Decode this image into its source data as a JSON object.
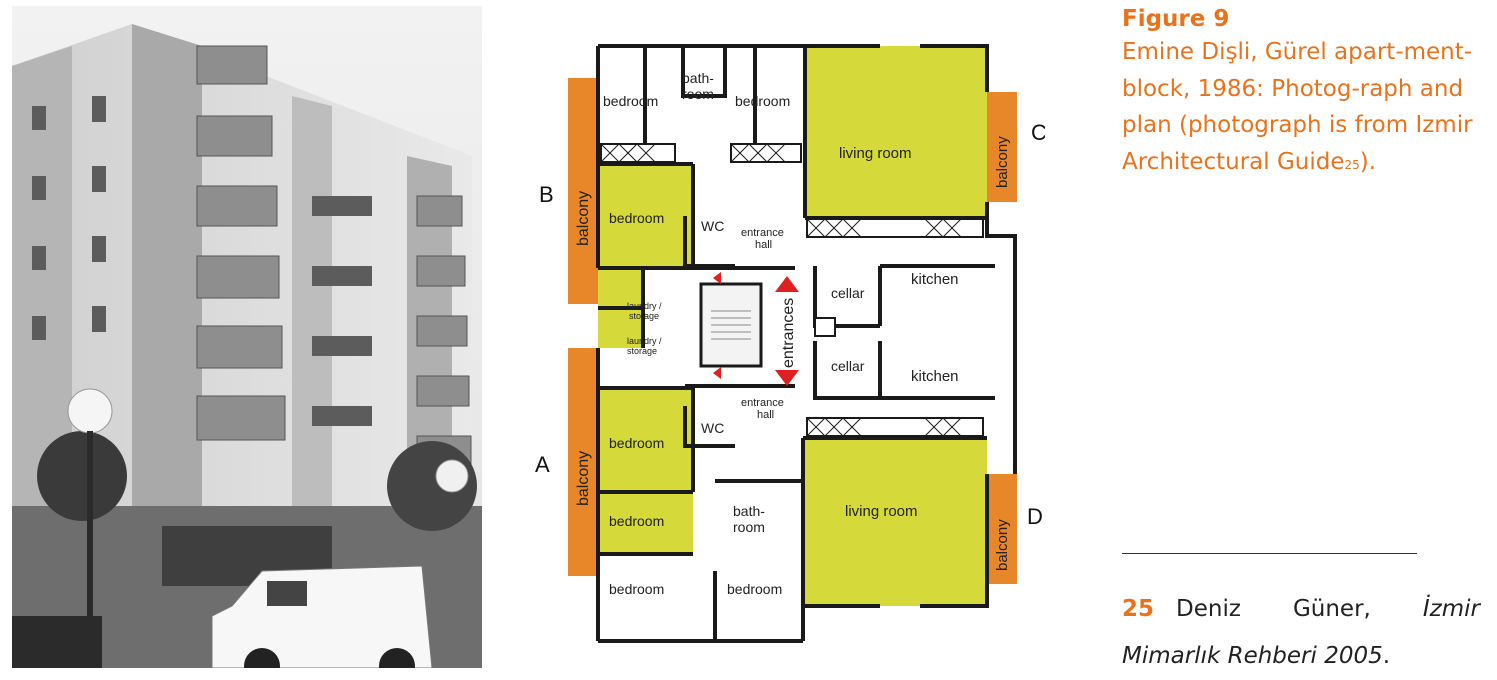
{
  "figure": {
    "title": "Figure 9",
    "caption_text": "Emine Dişli, Gürel apart-ment-block, 1986: Photog-raph and plan (photograph is from Izmir Architectural Guide",
    "footnote_ref": "25",
    "caption_end": ")."
  },
  "footnote": {
    "number": "25",
    "author": "Deniz Güner, ",
    "title": "İzmir Mimarlık Rehberi 2005",
    "end": "."
  },
  "plan": {
    "sides": {
      "a": "A",
      "b": "B",
      "c": "C",
      "d": "D"
    },
    "rooms": {
      "bedroom": "bedroom",
      "bathroom_top": "bath-",
      "bathroom_bottom": "room",
      "living_room": "living room",
      "balcony": "balcony",
      "wc": "WC",
      "entrance_top": "entrance",
      "entrance_bottom": "hall",
      "kitchen": "kitchen",
      "cellar": "cellar",
      "laundry_top": "laundry /",
      "laundry_bottom": "storage",
      "entrances": "entrances"
    },
    "colors": {
      "balcony": "#e8862a",
      "yellow": "#d6d93a",
      "wall": "#1a1a1a",
      "accent": "#e8731c"
    }
  }
}
